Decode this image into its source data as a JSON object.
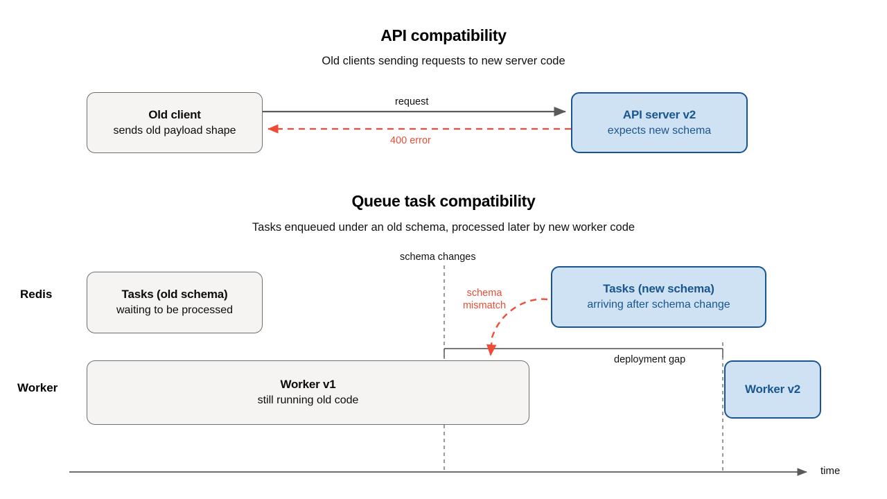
{
  "sections": [
    {
      "id": "api",
      "title": "API compatibility",
      "subtitle": "Old clients sending requests to new server code"
    },
    {
      "id": "queue",
      "title": "Queue task compatibility",
      "subtitle": "Tasks enqueued under an old schema, processed later by new worker code"
    }
  ],
  "nodes": {
    "old_client": {
      "title": "Old client",
      "subtitle": "sends old payload shape"
    },
    "api_server": {
      "title": "API server v2",
      "subtitle": "expects new schema"
    },
    "tasks_old": {
      "title": "Tasks (old schema)",
      "subtitle": "waiting to be processed"
    },
    "tasks_new": {
      "title": "Tasks (new schema)",
      "subtitle": "arriving after schema change"
    },
    "worker_v1": {
      "title": "Worker v1",
      "subtitle": "still running old code"
    },
    "worker_v2": {
      "title": "Worker v2",
      "subtitle": ""
    }
  },
  "lanes": {
    "redis": "Redis",
    "worker": "Worker"
  },
  "edges": {
    "request": "request",
    "error_400": "400 error",
    "schema_mismatch_line1": "schema",
    "schema_mismatch_line2": "mismatch"
  },
  "annotations": {
    "schema_changes": "schema changes",
    "deployment_gap": "deployment gap",
    "time_axis": "time"
  },
  "colors": {
    "blue_fill": "#cfe2f3",
    "blue_border": "#1a5490",
    "blue_text": "#19558f",
    "gray_fill": "#f5f4f2",
    "gray_border": "#6f6f6f",
    "red": "#ef4b36",
    "arrow_gray": "#5a5a5a",
    "background": "#ffffff"
  }
}
